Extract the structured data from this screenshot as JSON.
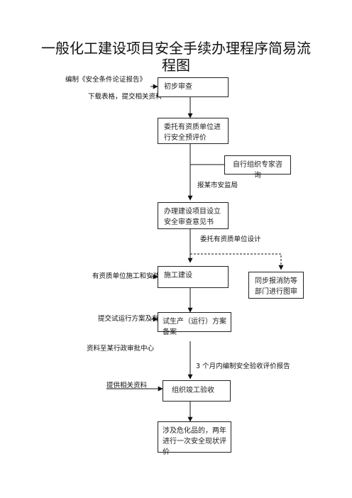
{
  "title": {
    "line1": "一般化工建设项目安全手续办理程序简易流",
    "line2": "程图"
  },
  "boxes": {
    "initial_review": "初步审查",
    "pre_evaluation": "委托有资质单位进行安全预评价",
    "expert_consult": "自行组织专家咨询",
    "design_review_opinion": "办理建设项目设立安全审查意见书",
    "construction": "施工建设",
    "fire_review": "同步报消防等部门进行图审",
    "trial_production": "试生产（运行）方案备案",
    "completion_acceptance": "组织竣工验收",
    "status_evaluation": "涉及危化品的，两年进行一次安全现状评价"
  },
  "labels": {
    "compile_report": "编制《安全条件论证报告》",
    "submit_materials_1": "下载表格，提交相关资料",
    "report_city_bureau": "报某市安监局",
    "entrust_design": "委托有资质单位设计",
    "qualified_construction": "有资质单位施工和安装",
    "submit_trial_plan": "提交试运行方案及有关",
    "materials_center": "资料至某行政审批中心",
    "three_month_report": "3 个月内编制安全验收评价报告",
    "submit_materials_2": "提供相关资料"
  }
}
